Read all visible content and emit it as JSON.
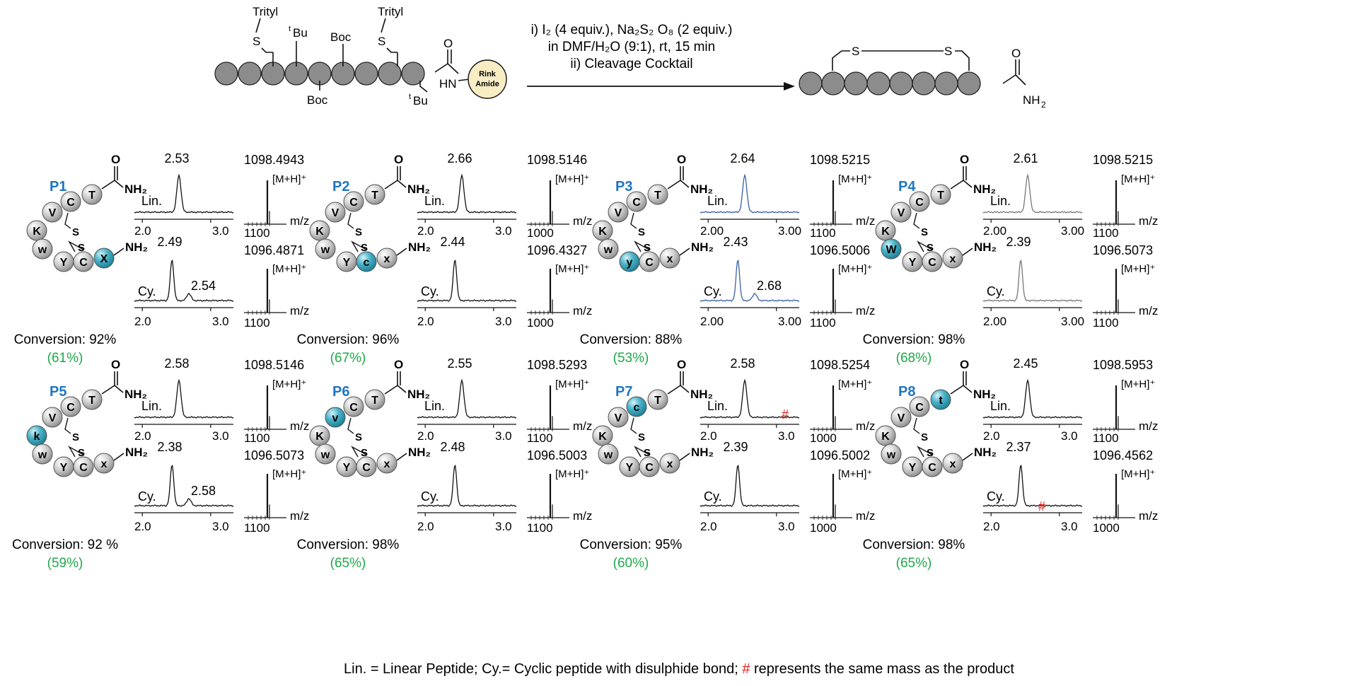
{
  "scheme": {
    "protecting_groups": {
      "trityl": "Trityl",
      "tbu": "Bu",
      "tbu_prefix": "t",
      "boc": "Boc"
    },
    "resin": {
      "line1": "Rink",
      "line2": "Amide"
    },
    "amide_hn": "HN",
    "amide_o": "O",
    "amide_nh": "NH",
    "amide_nh_sub": "2",
    "cyclic_s": "S",
    "conditions": {
      "line1": "i) I₂ (4 equiv.), Na₂S₂ O₈ (2 equiv.)",
      "line2": "in DMF/H₂O (9:1), rt, 15 min",
      "line3": "ii) Cleavage Cocktail"
    },
    "colors": {
      "bead": "#8c8c8c",
      "resin": "#f7ecc3"
    }
  },
  "labels": {
    "lin": "Lin.",
    "cy": "Cy.",
    "mh": "[M+H]⁺",
    "mz": "m/z",
    "conversion_prefix": "Conversion:",
    "s": "S",
    "o": "O",
    "nh2": "NH₂"
  },
  "colors": {
    "label_blue": "#1f75c2",
    "yield_green": "#1fa84a",
    "highlight": "#4ab3c8",
    "bead": "#c9c9c9",
    "hash_red": "#e0201b",
    "blue_trace": "#3a5fa8"
  },
  "peptides": [
    {
      "id": "P1",
      "residues": [
        "T",
        "C",
        "V",
        "K",
        "w",
        "Y",
        "C",
        "X"
      ],
      "highlight": 7,
      "conversion": "92%",
      "yield": "(61%)",
      "lin": {
        "rt": "2.53",
        "x_ticks": [
          "2.0",
          "3.0"
        ],
        "mz": "1098.4943",
        "mz_tick": "1100"
      },
      "cy": {
        "rt": "2.49",
        "extra": "2.54",
        "x_ticks": [
          "2.0",
          "3.0"
        ],
        "mz": "1096.4871",
        "mz_tick": "1100"
      }
    },
    {
      "id": "P2",
      "residues": [
        "T",
        "C",
        "V",
        "K",
        "w",
        "Y",
        "c",
        "x"
      ],
      "highlight": 6,
      "conversion": "96%",
      "yield": "(67%)",
      "lin": {
        "rt": "2.66",
        "x_ticks": [
          "2.0",
          "3.0"
        ],
        "mz": "1098.5146",
        "mz_tick": "1000"
      },
      "cy": {
        "rt": "2.44",
        "x_ticks": [
          "2.0",
          "3.0"
        ],
        "mz": "1096.4327",
        "mz_tick": "1000"
      }
    },
    {
      "id": "P3",
      "residues": [
        "T",
        "C",
        "V",
        "K",
        "w",
        "y",
        "C",
        "x"
      ],
      "highlight": 5,
      "conversion": "88%",
      "yield": "(53%)",
      "lin": {
        "rt": "2.64",
        "x_ticks": [
          "2.00",
          "3.00"
        ],
        "mz": "1098.5215",
        "mz_tick": "1100"
      },
      "cy": {
        "rt": "2.43",
        "extra": "2.68",
        "x_ticks": [
          "2.00",
          "3.00"
        ],
        "mz": "1096.5006",
        "mz_tick": "1100"
      }
    },
    {
      "id": "P4",
      "residues": [
        "T",
        "C",
        "V",
        "K",
        "W",
        "Y",
        "C",
        "x"
      ],
      "highlight": 4,
      "conversion": "98%",
      "yield": "(68%)",
      "lin": {
        "rt": "2.61",
        "x_ticks": [
          "2.00",
          "3.00"
        ],
        "mz": "1098.5215",
        "mz_tick": "1100"
      },
      "cy": {
        "rt": "2.39",
        "x_ticks": [
          "2.00",
          "3.00"
        ],
        "mz": "1096.5073",
        "mz_tick": "1100"
      }
    },
    {
      "id": "P5",
      "residues": [
        "T",
        "C",
        "V",
        "k",
        "w",
        "Y",
        "C",
        "x"
      ],
      "highlight": 3,
      "conversion": "92 %",
      "yield": "(59%)",
      "lin": {
        "rt": "2.58",
        "x_ticks": [
          "2.0",
          "3.0"
        ],
        "mz": "1098.5146",
        "mz_tick": "1100"
      },
      "cy": {
        "rt": "2.38",
        "extra": "2.58",
        "x_ticks": [
          "2.0",
          "3.0"
        ],
        "mz": "1096.5073",
        "mz_tick": "1100"
      }
    },
    {
      "id": "P6",
      "residues": [
        "T",
        "C",
        "v",
        "K",
        "w",
        "Y",
        "C",
        "x"
      ],
      "highlight": 2,
      "conversion": "98%",
      "yield": "(65%)",
      "lin": {
        "rt": "2.55",
        "x_ticks": [
          "2.0",
          "3.0"
        ],
        "mz": "1098.5293",
        "mz_tick": "1100"
      },
      "cy": {
        "rt": "2.48",
        "x_ticks": [
          "2.0",
          "3.0"
        ],
        "mz": "1096.5003",
        "mz_tick": "1100"
      }
    },
    {
      "id": "P7",
      "residues": [
        "T",
        "c",
        "V",
        "K",
        "w",
        "Y",
        "C",
        "x"
      ],
      "highlight": 1,
      "conversion": "95%",
      "yield": "(60%)",
      "lin": {
        "rt": "2.58",
        "hash": "#",
        "x_ticks": [
          "2.0",
          "3.0"
        ],
        "mz": "1098.5254",
        "mz_tick": "1000"
      },
      "cy": {
        "rt": "2.39",
        "x_ticks": [
          "2.0",
          "3.0"
        ],
        "mz": "1096.5002",
        "mz_tick": "1000"
      }
    },
    {
      "id": "P8",
      "residues": [
        "t",
        "C",
        "V",
        "K",
        "w",
        "Y",
        "C",
        "x"
      ],
      "highlight": 0,
      "conversion": "98%",
      "yield": "(65%)",
      "lin": {
        "rt": "2.45",
        "x_ticks": [
          "2.0",
          "3.0"
        ],
        "mz": "1098.5953",
        "mz_tick": "1100"
      },
      "cy": {
        "rt": "2.37",
        "hash": "#",
        "x_ticks": [
          "2.0",
          "3.0"
        ],
        "mz": "1096.4562",
        "mz_tick": "1000"
      }
    }
  ],
  "footer": {
    "part1": "Lin. = Linear Peptide; Cy.= Cyclic peptide with disulphide bond; ",
    "hash": "#",
    "part2": " represents the same mass as the product"
  }
}
